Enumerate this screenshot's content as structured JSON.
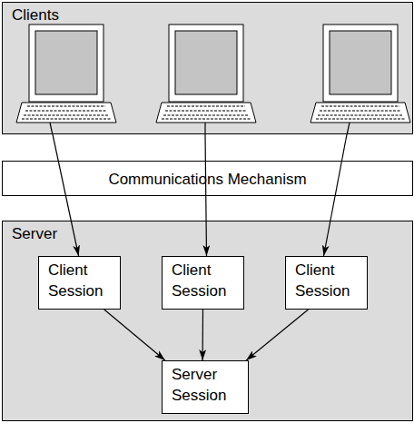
{
  "diagram": {
    "nodes": [
      {
        "text": [
          "Clients"
        ]
      },
      {
        "text": [
          "Communications Mechanism"
        ]
      },
      {
        "text": [
          "Server"
        ]
      },
      {
        "text": [
          "Client Session"
        ],
        "in": 2
      },
      {
        "text": [
          "Client Session"
        ],
        "in": 2
      },
      {
        "text": [
          "Client Session"
        ],
        "in": 2
      },
      {
        "text": [
          "Server Session"
        ],
        "in": 2
      }
    ],
    "edges": [
      {
        "from": 0,
        "to": 3,
        "arrow": "to"
      },
      {
        "from": 0,
        "to": 4,
        "arrow": "to"
      },
      {
        "from": 0,
        "to": 5,
        "arrow": "to"
      },
      {
        "from": 3,
        "to": 6,
        "arrow": "to"
      },
      {
        "from": 4,
        "to": 6,
        "arrow": "to"
      },
      {
        "from": 5,
        "to": 6,
        "arrow": "to"
      }
    ]
  }
}
